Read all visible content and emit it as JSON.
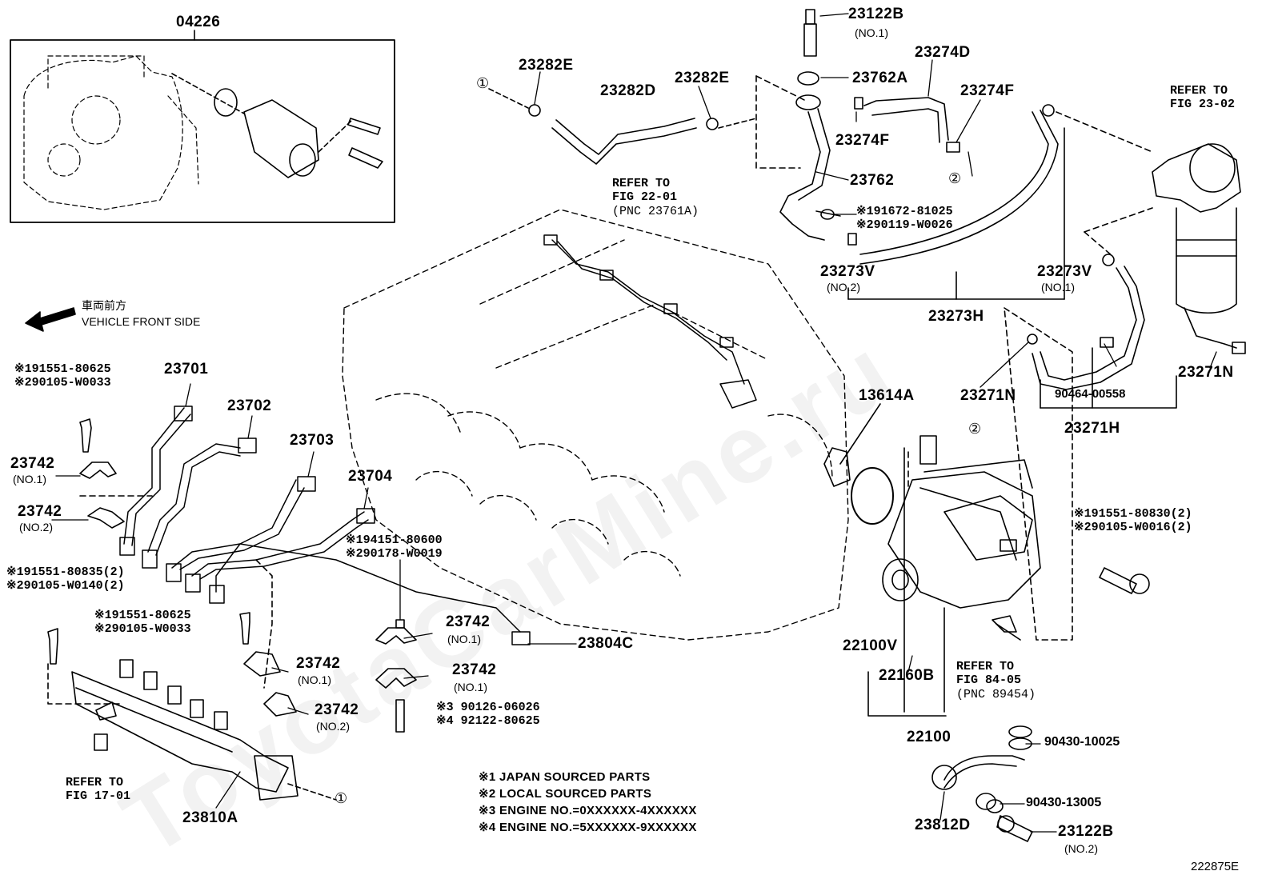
{
  "watermark": "ToyotaCarMine.ru",
  "figure_id": "222875E",
  "front": {
    "jp": "車両前方",
    "en": "VEHICLE FRONT SIDE"
  },
  "labels": {
    "p04226": "04226",
    "p23122B_1": "23122B",
    "p23122B_1_sub": "(NO.1)",
    "p23282E_a": "23282E",
    "p23282D": "23282D",
    "p23282E_b": "23282E",
    "p23762A": "23762A",
    "p23274D": "23274D",
    "p23274F_a": "23274F",
    "p23274F_b": "23274F",
    "p23762": "23762",
    "p23273V_2": "23273V",
    "p23273V_2_sub": "(NO.2)",
    "p23273V_1": "23273V",
    "p23273V_1_sub": "(NO.1)",
    "p23273H": "23273H",
    "p13614A": "13614A",
    "p23271N_a": "23271N",
    "p90464": "90464-00558",
    "p23271N_b": "23271N",
    "p23271H": "23271H",
    "p23701": "23701",
    "p23702": "23702",
    "p23703": "23703",
    "p23704": "23704",
    "p23742_1": "23742",
    "p23742_1_sub": "(NO.1)",
    "p23742_2": "23742",
    "p23742_2_sub": "(NO.2)",
    "p23742_3": "23742",
    "p23742_3_sub": "(NO.1)",
    "p23742_4": "23742",
    "p23742_4_sub": "(NO.1)",
    "p23742_5": "23742",
    "p23742_5_sub": "(NO.1)",
    "p23742_6": "23742",
    "p23742_6_sub": "(NO.2)",
    "p23804C": "23804C",
    "p22100V": "22100V",
    "p22160B": "22160B",
    "p22100": "22100",
    "p23810A": "23810A",
    "p23812D": "23812D",
    "p90430_10025": "90430-10025",
    "p90430_13005": "90430-13005",
    "p23122B_2": "23122B",
    "p23122B_2_sub": "(NO.2)"
  },
  "refs": {
    "r_22_01": [
      "REFER TO",
      "FIG 22-01",
      "(PNC 23761A)"
    ],
    "r_23_02": [
      "REFER TO",
      "FIG 23-02"
    ],
    "r_84_05": [
      "REFER TO",
      "FIG 84-05",
      "(PNC 89454)"
    ],
    "r_17_01": [
      "REFER TO",
      "FIG 17-01"
    ]
  },
  "codes": {
    "c1": [
      "※191672-81025",
      "※290119-W0026"
    ],
    "c2": [
      "※191551-80625",
      "※290105-W0033"
    ],
    "c3": [
      "※191551-80835(2)",
      "※290105-W0140(2)"
    ],
    "c4": [
      "※191551-80625",
      "※290105-W0033"
    ],
    "c5": [
      "※194151-80600",
      "※290178-W0019"
    ],
    "c6": [
      "※3 90126-06026",
      "※4 92122-80625"
    ],
    "c7": [
      "※191551-80830(2)",
      "※290105-W0016(2)"
    ]
  },
  "notes": [
    "※1 JAPAN SOURCED PARTS",
    "※2 LOCAL SOURCED PARTS",
    "※3 ENGINE NO.=0XXXXXX-4XXXXXX",
    "※4 ENGINE NO.=5XXXXXX-9XXXXXX"
  ],
  "circled": {
    "one": "①",
    "two": "②"
  }
}
